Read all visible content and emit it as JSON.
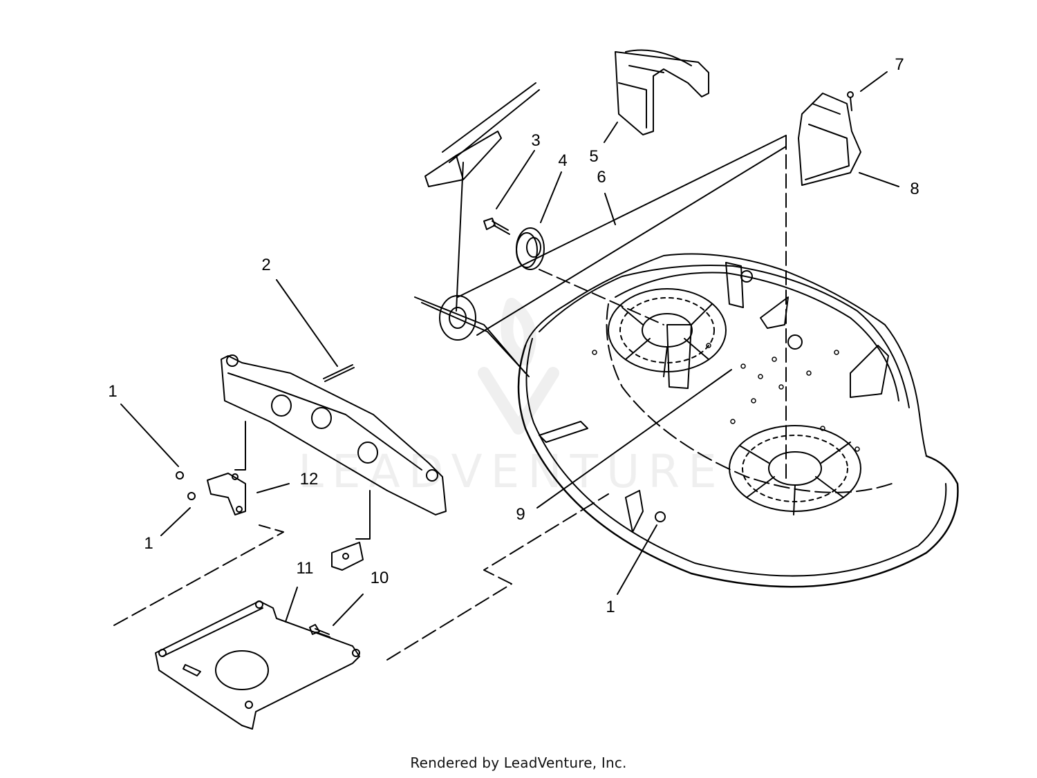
{
  "callouts": [
    "1",
    "2",
    "3",
    "4",
    "5",
    "6",
    "7",
    "8",
    "9",
    "10",
    "11",
    "12"
  ],
  "credit": "Rendered by LeadVenture, Inc.",
  "watermark": "LEADVENTURE"
}
